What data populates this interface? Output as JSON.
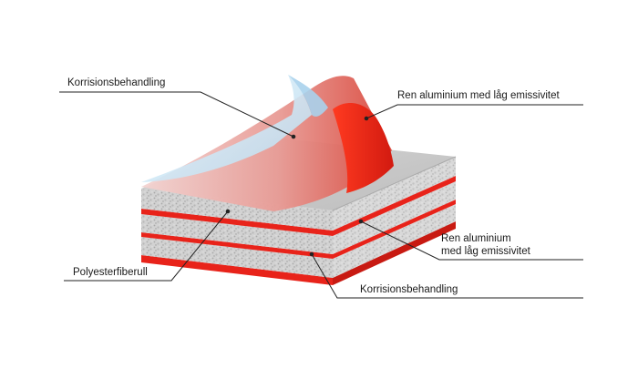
{
  "labels": {
    "top_left": "Korrisionsbehandling",
    "top_right": "Ren aluminium med låg emissivitet",
    "mid_right_line1": "Ren aluminium",
    "mid_right_line2": "med låg emissivitet",
    "bottom_left": "Polyesterfiberull",
    "bottom_right": "Korrisionsbehandling"
  },
  "colors": {
    "foil_red": "#e8231a",
    "insulation_gray": "#c9c9c9",
    "film_blue": "#cfe6f4",
    "leader_line": "#222222"
  }
}
